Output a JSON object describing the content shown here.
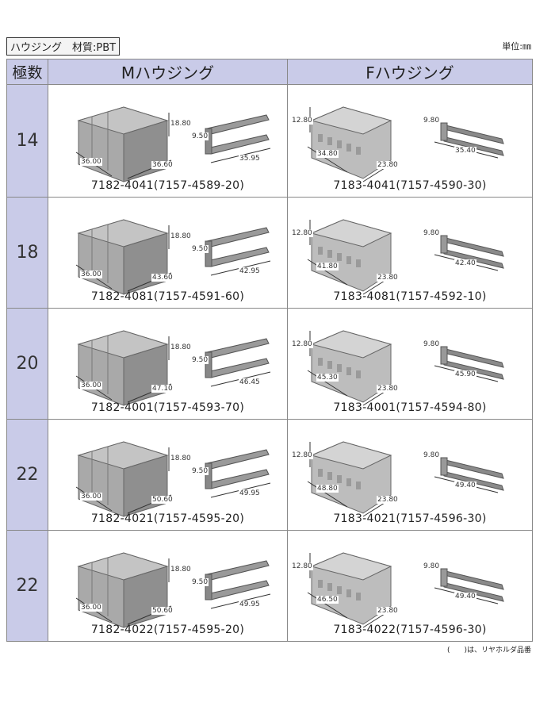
{
  "header": {
    "title": "ハウジング　材質:PBT",
    "unit": "単位:㎜"
  },
  "table": {
    "col_pole": "極数",
    "col_m": "Mハウジング",
    "col_f": "Fハウジング",
    "rows": [
      {
        "poles": "14",
        "m": {
          "h": "18.80",
          "w": "36.00",
          "l": "36.60",
          "hh": "9.50",
          "hl": "35.95",
          "pn": "7182-4041(7157-4589-20)"
        },
        "f": {
          "h": "12.80",
          "w": "34.80",
          "d": "23.80",
          "hh": "9.80",
          "hl": "35.40",
          "pn": "7183-4041(7157-4590-30)"
        }
      },
      {
        "poles": "18",
        "m": {
          "h": "18.80",
          "w": "36.00",
          "l": "43.60",
          "hh": "9.50",
          "hl": "42.95",
          "pn": "7182-4081(7157-4591-60)"
        },
        "f": {
          "h": "12.80",
          "w": "41.80",
          "d": "23.80",
          "hh": "9.80",
          "hl": "42.40",
          "pn": "7183-4081(7157-4592-10)"
        }
      },
      {
        "poles": "20",
        "m": {
          "h": "18.80",
          "w": "36.00",
          "l": "47.10",
          "hh": "9.50",
          "hl": "46.45",
          "pn": "7182-4001(7157-4593-70)"
        },
        "f": {
          "h": "12.80",
          "w": "45.30",
          "d": "23.80",
          "hh": "9.80",
          "hl": "45.90",
          "pn": "7183-4001(7157-4594-80)"
        }
      },
      {
        "poles": "22",
        "m": {
          "h": "18.80",
          "w": "36.00",
          "l": "50.60",
          "hh": "9.50",
          "hl": "49.95",
          "pn": "7182-4021(7157-4595-20)"
        },
        "f": {
          "h": "12.80",
          "w": "48.80",
          "d": "23.80",
          "hh": "9.80",
          "hl": "49.40",
          "pn": "7183-4021(7157-4596-30)"
        }
      },
      {
        "poles": "22",
        "m": {
          "h": "18.80",
          "w": "36.00",
          "l": "50.60",
          "hh": "9.50",
          "hl": "49.95",
          "pn": "7182-4022(7157-4595-20)"
        },
        "f": {
          "h": "12.80",
          "w": "46.50",
          "d": "23.80",
          "hh": "9.80",
          "hl": "49.40",
          "pn": "7183-4022(7157-4596-30)"
        }
      }
    ]
  },
  "footnote": "(　　)は、リヤホルダ品番"
}
